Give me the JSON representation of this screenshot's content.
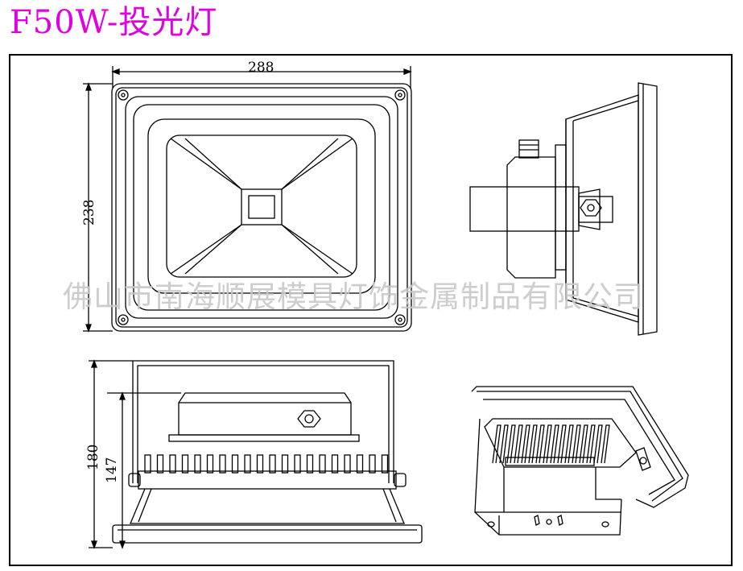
{
  "title": "F50W-投光灯",
  "watermark": "佛山市南海顺展模具灯饰金属制品有限公司",
  "dimensions": {
    "width": "288",
    "height": "238",
    "depth_total": "180",
    "depth_body": "147"
  }
}
